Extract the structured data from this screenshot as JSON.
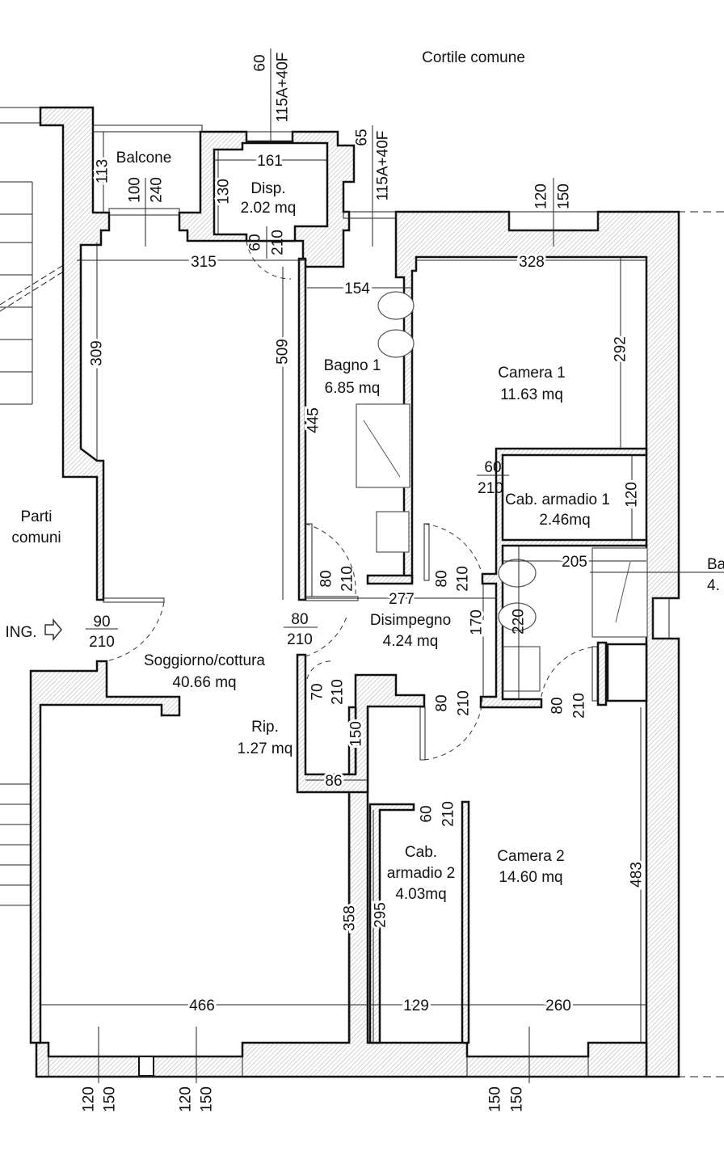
{
  "labels": {
    "cortile": "Cortile comune",
    "balcone": "Balcone",
    "disp_name": "Disp.",
    "disp_area": "2.02 mq",
    "bagno1_name": "Bagno 1",
    "bagno1_area": "6.85 mq",
    "camera1_name": "Camera 1",
    "camera1_area": "11.63 mq",
    "cab1_name": "Cab. armadio 1",
    "cab1_area": "2.46mq",
    "parti_1": "Parti",
    "parti_2": "comuni",
    "ingresso": "ING.",
    "disimpegno_name": "Disimpegno",
    "disimpegno_area": "4.24 mq",
    "soggiorno_name": "Soggiorno/cottura",
    "soggiorno_area": "40.66 mq",
    "rip_name": "Rip.",
    "rip_area": "1.27 mq",
    "cab2_name_1": "Cab.",
    "cab2_name_2": "armadio 2",
    "cab2_area": "4.03mq",
    "camera2_name": "Camera 2",
    "camera2_area": "14.60 mq",
    "bagno2_name_partial": "Ba",
    "bagno2_area_partial": "4."
  },
  "icons": {
    "entrance": "arrow-right-icon"
  },
  "dimensions": [
    "161",
    "315",
    "154",
    "328",
    "277",
    "205",
    "86",
    "466",
    "129",
    "260",
    "113",
    "100",
    "240",
    "130",
    "60",
    "210",
    "309",
    "509",
    "445",
    "292",
    "120",
    "220",
    "170",
    "150",
    "358",
    "295",
    "483",
    "60",
    "115A+40F",
    "65",
    "115A+40F",
    "120",
    "150",
    "60",
    "210",
    "90",
    "210",
    "80",
    "210",
    "80",
    "210",
    "80",
    "210",
    "70",
    "210",
    "80",
    "210",
    "80",
    "210",
    "60",
    "210",
    "120",
    "150",
    "120",
    "150",
    "150",
    "150"
  ]
}
